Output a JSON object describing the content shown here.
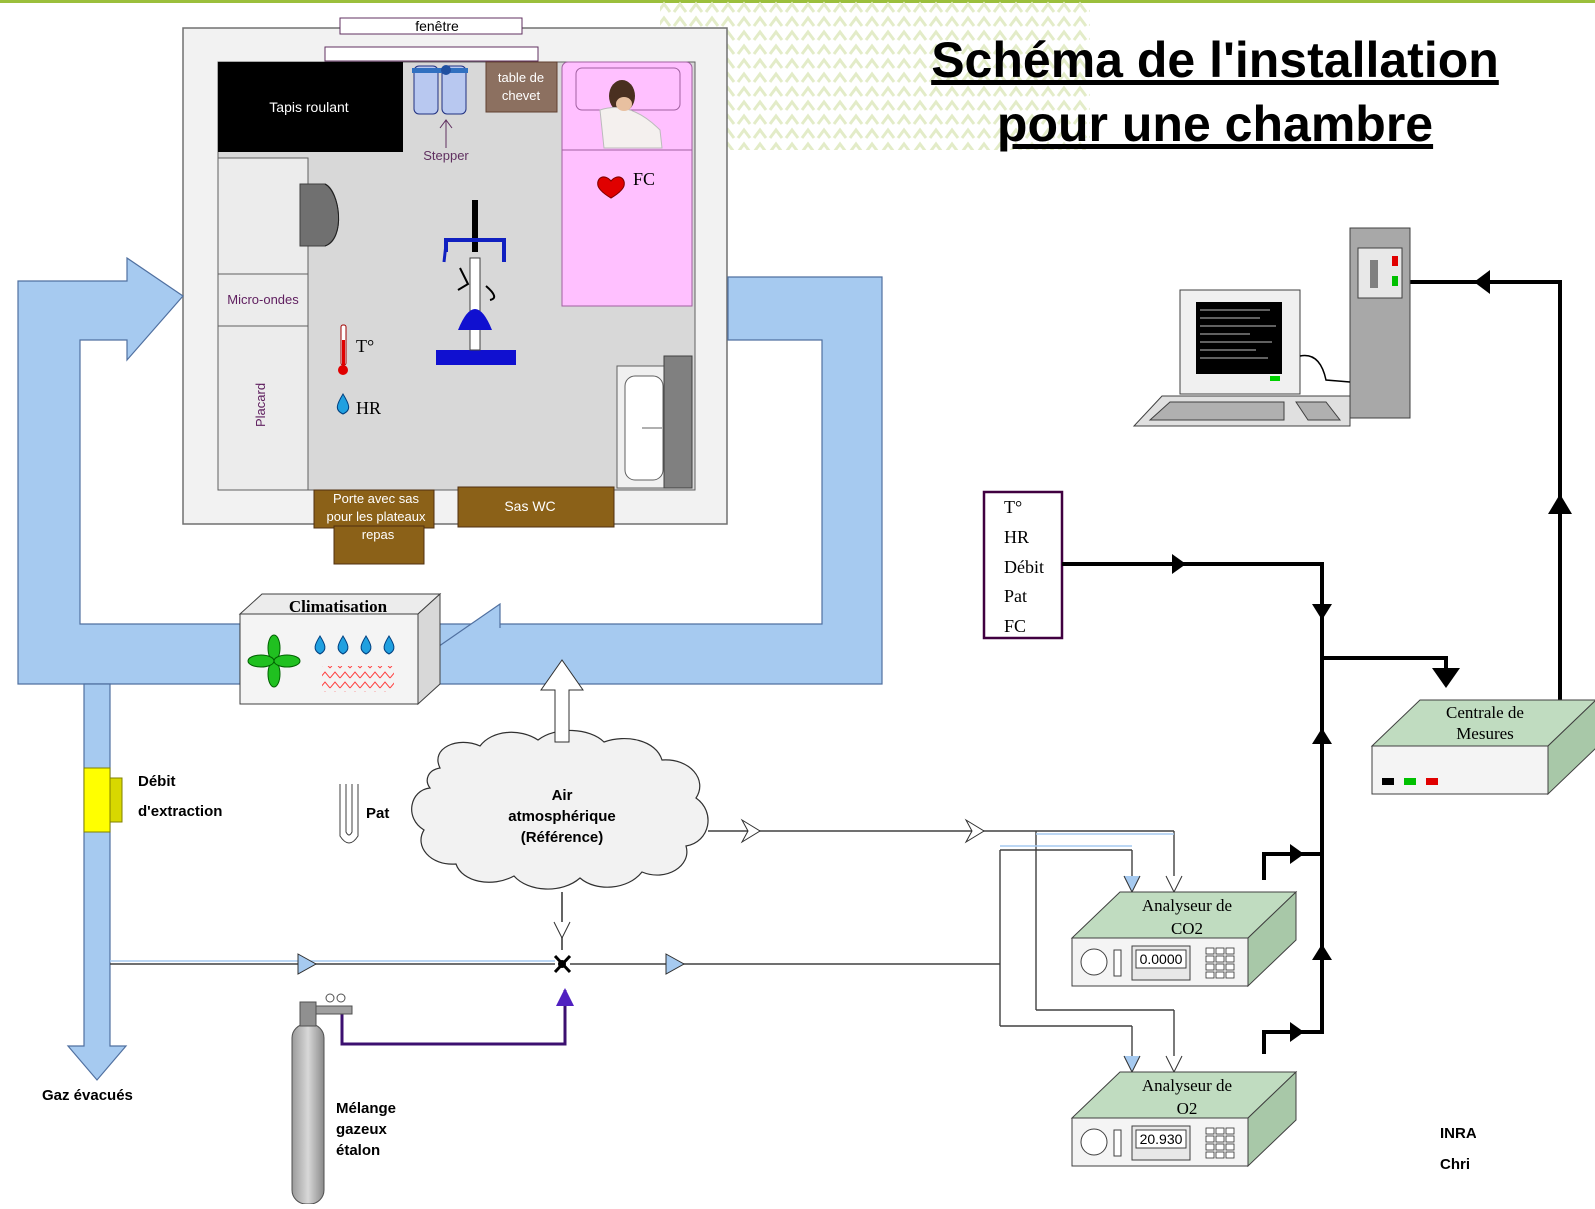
{
  "title": {
    "line1": "Schéma de l'installation",
    "line2": "pour une chambre"
  },
  "room": {
    "window": "fenêtre",
    "treadmill": "Tapis roulant",
    "stepper": "Stepper",
    "bedside_table_line1": "table de",
    "bedside_table_line2": "chevet",
    "heart_rate": "FC",
    "microwave": "Micro-ondes",
    "cupboard": "Placard",
    "temperature": "T°",
    "humidity": "HR",
    "door_line1": "Porte avec sas",
    "door_line2": "pour les plateaux",
    "door_line3": "repas",
    "wc_lock": "Sas WC"
  },
  "hvac": {
    "label": "Climatisation"
  },
  "flow": {
    "label_line1": "Débit",
    "label_line2": "d'extraction",
    "exhaust": "Gaz évacués"
  },
  "pressure": {
    "label": "Pat"
  },
  "air": {
    "line1": "Air",
    "line2": "atmosphérique",
    "line3": "(Référence)"
  },
  "calibration_gas": {
    "line1": "Mélange",
    "line2": "gazeux",
    "line3": "étalon"
  },
  "sensors_panel": {
    "items": [
      "T°",
      "HR",
      "Débit",
      "Pat",
      "FC"
    ]
  },
  "acquisition_unit": {
    "line1": "Centrale de",
    "line2": "Mesures"
  },
  "co2_analyzer": {
    "line1": "Analyseur de",
    "line2": "CO2",
    "reading": "0.0000"
  },
  "o2_analyzer": {
    "line1": "Analyseur de",
    "line2": "O2",
    "reading": "20.930"
  },
  "footer": {
    "line1": "INRA",
    "line2": "Chri"
  },
  "colors": {
    "duct": "#a6caf0",
    "room_floor": "#d8d8d8",
    "furniture_brown": "#7f5f1f",
    "bed_pink": "#ffc0ff",
    "analyzer_green": "#c0dcc0",
    "calibration_line": "#3c1070",
    "accent_green_line": "#9bbf3c"
  }
}
